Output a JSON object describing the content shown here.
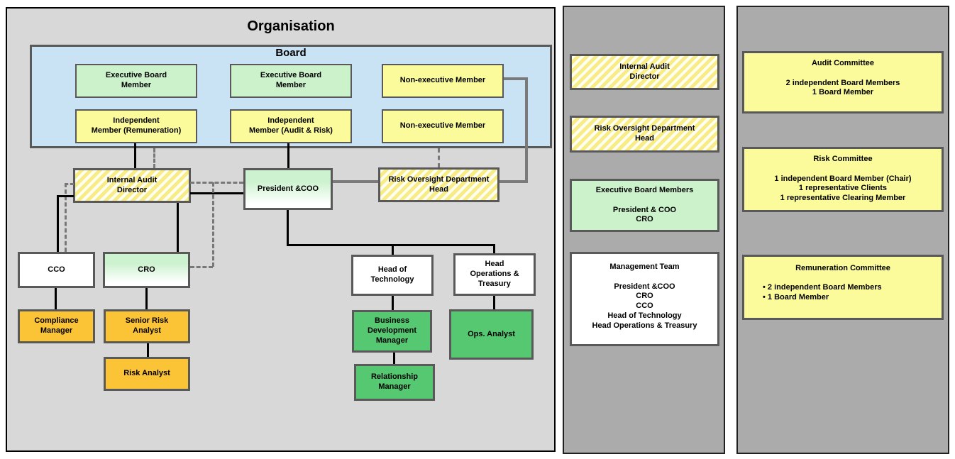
{
  "title": "Organisation",
  "colors": {
    "yellow": "#FBFB9B",
    "light_green": "#CCF2CC",
    "gradient_green": "#CDF2CF",
    "medium_green": "#57C872",
    "amber": "#FBC437",
    "board_blue": "#C9E2F4",
    "hatch_yellow": "#F7EC86",
    "left_panel_gray": "#D8D8D8",
    "side_panel_gray": "#ABABAB",
    "box_border": "#595959",
    "solid_line": "#000000",
    "gray_line": "#7A7A7A"
  },
  "board": {
    "label": "Board",
    "exec_member_1": "Executive Board\nMember",
    "exec_member_2": "Executive Board\nMember",
    "non_exec_member_1": "Non-executive Member",
    "independent_remuneration": "Independent\nMember (Remuneration)",
    "independent_audit_risk": "Independent\nMember (Audit & Risk)",
    "non_exec_member_2": "Non-executive Member"
  },
  "org": {
    "internal_audit_director": "Internal Audit\nDirector",
    "president_coo": "President &COO",
    "risk_oversight_head": "Risk Oversight Department\nHead",
    "cco": "CCO",
    "cro": "CRO",
    "head_technology": "Head of\nTechnology",
    "head_operations_treasury": "Head\nOperations &\nTreasury",
    "compliance_manager": "Compliance\nManager",
    "senior_risk_analyst": "Senior Risk\nAnalyst",
    "risk_analyst": "Risk Analyst",
    "business_development_manager": "Business\nDevelopment\nManager",
    "ops_analyst": "Ops. Analyst",
    "relationship_manager": "Relationship\nManager"
  },
  "legend": {
    "internal_audit_director": "Internal Audit\nDirector",
    "risk_oversight_head": "Risk Oversight Department\nHead",
    "executive_board_members": "Executive Board Members\n\nPresident & COO\nCRO",
    "management_team": "Management Team\n\nPresident &COO\nCRO\nCCO\nHead of Technology\nHead Operations & Treasury"
  },
  "committees": {
    "audit": "Audit Committee\n\n2 independent Board Members\n1 Board Member",
    "risk": "Risk Committee\n\n1 independent Board Member (Chair)\n1 representative Clients\n1 representative Clearing Member",
    "remuneration_title": "Remuneration Committee",
    "remuneration_items": "•   2 independent Board Members\n•   1 Board Member"
  }
}
